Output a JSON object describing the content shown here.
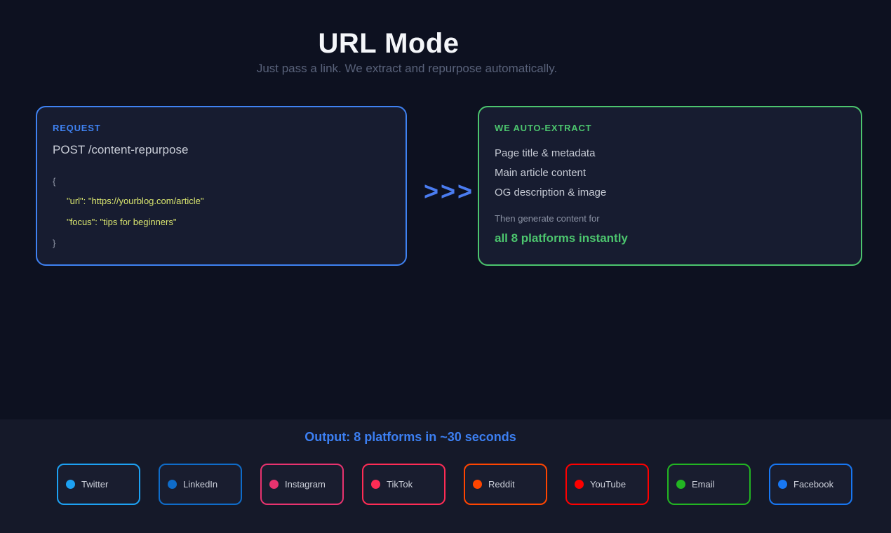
{
  "header": {
    "title": "URL Mode",
    "subtitle": "Just pass a link. We extract and repurpose automatically."
  },
  "request_panel": {
    "label": "REQUEST",
    "accent_color": "#3f82f2",
    "endpoint": "POST /content-repurpose",
    "code": {
      "open_brace": "{",
      "url_line": "\"url\": \"https://yourblog.com/article\"",
      "focus_line": "\"focus\": \"tips for beginners\"",
      "close_brace": "}",
      "string_color": "#d9e56f"
    }
  },
  "flow_arrows": ">>>",
  "extract_panel": {
    "label": "WE AUTO-EXTRACT",
    "accent_color": "#4cc56e",
    "items": [
      "Page title & metadata",
      "Main article content",
      "OG description & image"
    ],
    "footer_lead": "Then generate content for",
    "footer_highlight": "all 8 platforms instantly"
  },
  "output_bar": {
    "summary": "Output: 8 platforms in ~30 seconds",
    "accent_color": "#3c7ff2"
  },
  "platforms": [
    {
      "name": "Twitter",
      "color": "#1da1f2"
    },
    {
      "name": "LinkedIn",
      "color": "#0f6cc9"
    },
    {
      "name": "Instagram",
      "color": "#e8336f"
    },
    {
      "name": "TikTok",
      "color": "#fe2c55"
    },
    {
      "name": "Reddit",
      "color": "#ff4500"
    },
    {
      "name": "YouTube",
      "color": "#fe0000"
    },
    {
      "name": "Email",
      "color": "#22b522"
    },
    {
      "name": "Facebook",
      "color": "#1877f2"
    }
  ]
}
